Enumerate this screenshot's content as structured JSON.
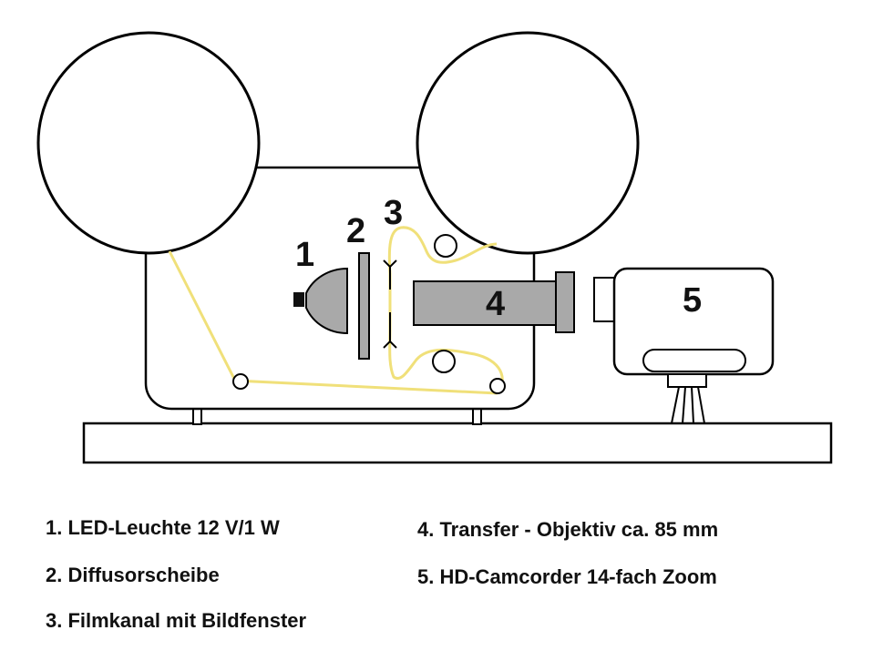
{
  "diagram": {
    "labels": {
      "n1": "1",
      "n2": "2",
      "n3": "3",
      "n4": "4",
      "n5": "5"
    },
    "colors": {
      "outline": "#000000",
      "film_path": "#f0e07a",
      "lens_fill": "#a9a9a9",
      "lamp_fill": "#a9a9a9",
      "diffuser_fill": "#a9a9a9",
      "background": "#ffffff"
    }
  },
  "legend": {
    "item1": "1. LED-Leuchte 12 V/1 W",
    "item2": "2. Diffusorscheibe",
    "item3": "3. Filmkanal mit Bildfenster",
    "item4": "4. Transfer - Objektiv ca. 85 mm",
    "item5": "5. HD-Camcorder 14-fach Zoom"
  }
}
